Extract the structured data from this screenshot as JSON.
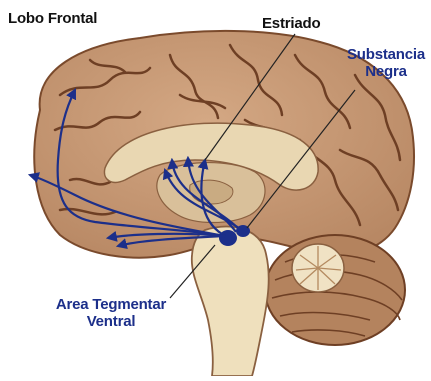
{
  "labels": {
    "lobo_frontal": "Lobo Frontal",
    "estriado": "Estriado",
    "substancia_line1": "Substancia",
    "substancia_line2": "Negra",
    "area_line1": "Area Tegmentar",
    "area_line2": "Ventral"
  },
  "colors": {
    "cortex": "#c89a74",
    "cortex_shade": "#a97a56",
    "sulcus": "#6e3f24",
    "inner_structure": "#e9d7b2",
    "brainstem": "#efe0bd",
    "cerebellum": "#b4835e",
    "pathway": "#1c2f8a",
    "label_blue": "#1c2f8a"
  }
}
